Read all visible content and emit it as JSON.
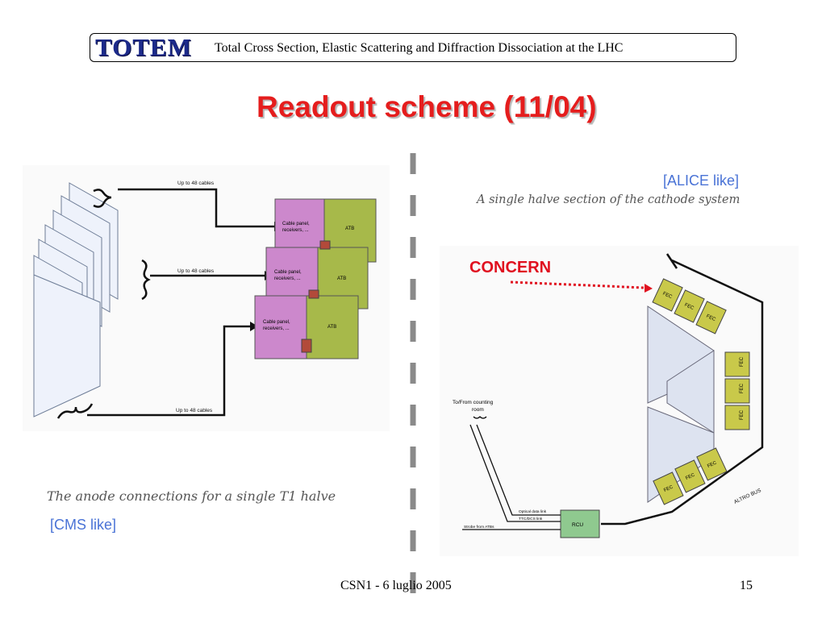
{
  "header": {
    "logo": "TOTEM",
    "title": "Total Cross Section, Elastic Scattering and Diffraction Dissociation at the LHC"
  },
  "slide": {
    "title": "Readout scheme (11/04)"
  },
  "left_diagram": {
    "caption": "The anode connections for a single T1 halve",
    "tag": "[CMS like]",
    "cable_labels": [
      "Up to 48 cables",
      "Up to 48 cables",
      "Up to 48 cables"
    ],
    "boxes": [
      {
        "panel": [
          "Cable panel,",
          "receivers, ..."
        ],
        "atb": "ATB"
      },
      {
        "panel": [
          "Cable panel,",
          "receivers, ..."
        ],
        "atb": "ATB"
      },
      {
        "panel": [
          "Cable panel,",
          "receivers, ..."
        ],
        "atb": "ATB"
      }
    ],
    "colors": {
      "panel": "#cc88cc",
      "atb": "#a7b94a",
      "connector": "#b24a3a"
    }
  },
  "right_diagram": {
    "caption": "A single halve section of the cathode system",
    "tag": "[ALICE like]",
    "concern": "CONCERN",
    "fec_label": "FEC",
    "rcu_label": "RCU",
    "bus_label": "ALTRO BUS",
    "counting_room": [
      "To/From counting",
      "room"
    ],
    "links": [
      "Optical data link",
      "TTC/DCS link",
      "Strobe from ATBs"
    ],
    "colors": {
      "fec": "#c9c94a",
      "rcu": "#8fc98f",
      "concern": "#e0101f",
      "tag": "#4a73d6"
    }
  },
  "footer": {
    "center": "CSN1 - 6 luglio 2005",
    "page": "15"
  }
}
